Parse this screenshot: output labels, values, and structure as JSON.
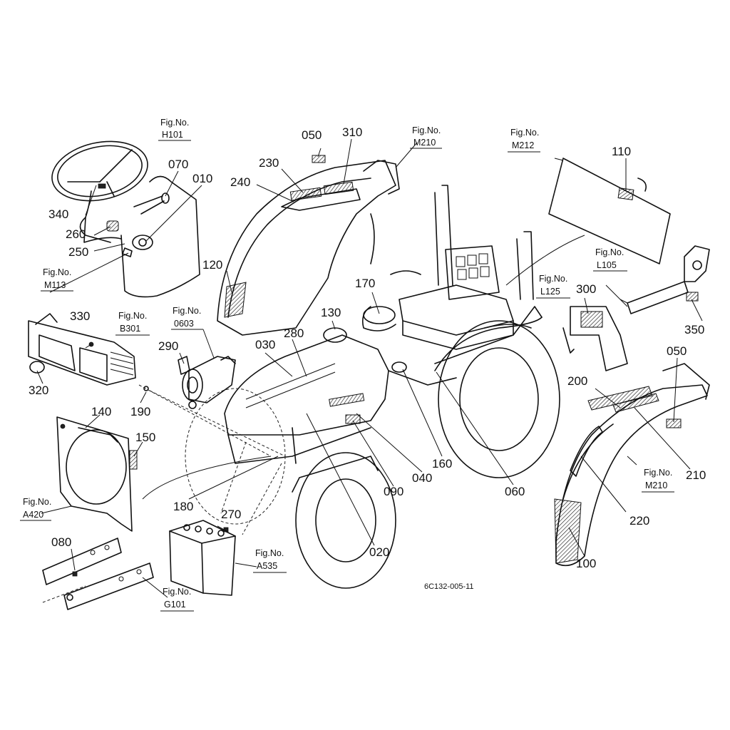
{
  "drawing_code": "6C132-005-11",
  "fig_label": "Fig.No.",
  "figs": [
    {
      "id": "fig-h101",
      "label": "Fig.No.",
      "number": "H101"
    },
    {
      "id": "fig-m210-top",
      "label": "Fig.No.",
      "number": "M210"
    },
    {
      "id": "fig-m212",
      "label": "Fig.No.",
      "number": "M212"
    },
    {
      "id": "fig-m113",
      "label": "Fig.No.",
      "number": "M113"
    },
    {
      "id": "fig-l105",
      "label": "Fig.No.",
      "number": "L105"
    },
    {
      "id": "fig-l125",
      "label": "Fig.No.",
      "number": "L125"
    },
    {
      "id": "fig-b301",
      "label": "Fig.No.",
      "number": "B301"
    },
    {
      "id": "fig-0603",
      "label": "Fig.No.",
      "number": "0603"
    },
    {
      "id": "fig-a420",
      "label": "Fig.No.",
      "number": "A420"
    },
    {
      "id": "fig-m210-right",
      "label": "Fig.No.",
      "number": "M210"
    },
    {
      "id": "fig-a535",
      "label": "Fig.No.",
      "number": "A535"
    },
    {
      "id": "fig-g101",
      "label": "Fig.No.",
      "number": "G101"
    }
  ],
  "parts": {
    "p010": "010",
    "p020": "020",
    "p030": "030",
    "p040": "040",
    "p050a": "050",
    "p050b": "050",
    "p060": "060",
    "p070": "070",
    "p080": "080",
    "p090": "090",
    "p100": "100",
    "p110": "110",
    "p120": "120",
    "p130": "130",
    "p140": "140",
    "p150": "150",
    "p160": "160",
    "p170": "170",
    "p180": "180",
    "p190": "190",
    "p200": "200",
    "p210": "210",
    "p220": "220",
    "p230": "230",
    "p240": "240",
    "p250": "250",
    "p260": "260",
    "p270": "270",
    "p280": "280",
    "p290": "290",
    "p300": "300",
    "p310": "310",
    "p320": "320",
    "p330": "330",
    "p340": "340",
    "p350": "350"
  }
}
